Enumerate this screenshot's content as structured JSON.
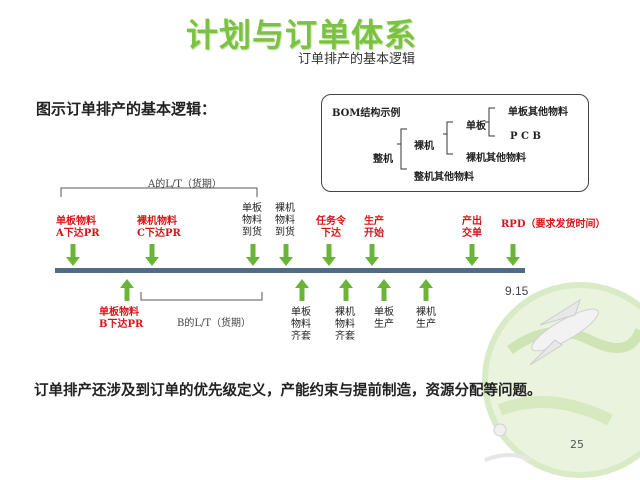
{
  "slide": {
    "title": "计划与订单体系",
    "subtitle": "订单排产的基本逻辑",
    "heading": "图示订单排产的基本逻辑：",
    "page_number": "25",
    "bottom_text": "订单排产还涉及到订单的优先级定义，产能约束与提前制造，资源分配等问题。"
  },
  "bom": {
    "title": "BOM结构示例",
    "root": "整机",
    "bare": "裸机",
    "board": "单板",
    "board_other": "单板其他物料",
    "pcb": "P C B",
    "bare_other": "裸机其他物料",
    "root_other": "整机其他物料"
  },
  "timeline": {
    "range_a": "A的L/T（货期）",
    "range_b": "B的L/T（货期）",
    "date_label": "9.15",
    "top_events": [
      {
        "line1": "单板物料",
        "line2": "A下达PR",
        "color": "red"
      },
      {
        "line1": "裸机物料",
        "line2": "C下达PR",
        "color": "red"
      },
      {
        "line1": "单板",
        "line2": "物料",
        "line3": "到货",
        "color": "black"
      },
      {
        "line1": "裸机",
        "line2": "物料",
        "line3": "到货",
        "color": "black"
      },
      {
        "line1": "任务令",
        "line2": "下达",
        "color": "red"
      },
      {
        "line1": "生产",
        "line2": "开始",
        "color": "red"
      },
      {
        "line1": "产出",
        "line2": "交单",
        "color": "red"
      },
      {
        "line1": "RPD（要求发货时间）",
        "color": "red"
      }
    ],
    "bottom_events": [
      {
        "line1": "单板物料",
        "line2": "B下达PR",
        "color": "red"
      },
      {
        "line1": "单板",
        "line2": "物料",
        "line3": "齐套",
        "color": "black"
      },
      {
        "line1": "裸机",
        "line2": "物料",
        "line3": "齐套",
        "color": "black"
      },
      {
        "line1": "单板",
        "line2": "生产",
        "color": "black"
      },
      {
        "line1": "裸机",
        "line2": "生产",
        "color": "black"
      }
    ]
  },
  "colors": {
    "title_green": "#7cc242",
    "arrow_green": "#6ab43a",
    "timeline_blue": "#4f6b86",
    "event_red": "#d7141a"
  }
}
